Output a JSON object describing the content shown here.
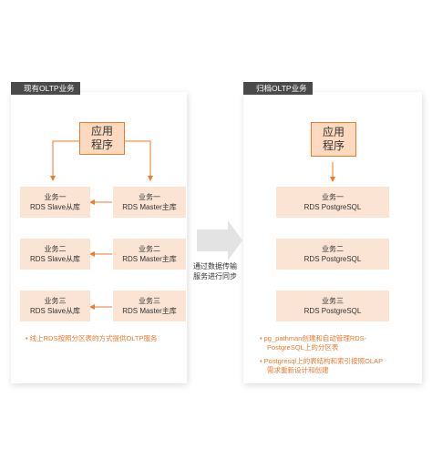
{
  "left_panel": {
    "title": "现有OLTP业务",
    "top_box": {
      "line1": "应用",
      "line2": "程序"
    },
    "rows": [
      {
        "slave": {
          "line1": "业务一",
          "line2": "RDS Slave从库"
        },
        "master": {
          "line1": "业务一",
          "line2": "RDS Master主库"
        }
      },
      {
        "slave": {
          "line1": "业务二",
          "line2": "RDS Slave从库"
        },
        "master": {
          "line1": "业务二",
          "line2": "RDS Master主库"
        }
      },
      {
        "slave": {
          "line1": "业务三",
          "line2": "RDS Slave从库"
        },
        "master": {
          "line1": "业务三",
          "line2": "RDS Master主库"
        }
      }
    ],
    "notes": [
      "线上RDS按照分区表的方式提供OLTP服务"
    ]
  },
  "transfer_label": {
    "line1": "通过数据传输",
    "line2": "服务进行同步"
  },
  "right_panel": {
    "title": "归档OLTP业务",
    "top_box": {
      "line1": "应用",
      "line2": "程序"
    },
    "rows": [
      {
        "line1": "业务一",
        "line2": "RDS PostgreSQL"
      },
      {
        "line1": "业务二",
        "line2": "RDS PostgreSQL"
      },
      {
        "line1": "业务三",
        "line2": "RDS PostgreSQL"
      }
    ],
    "notes": [
      {
        "line1": "pg_pathman创建和自动管理RDS-",
        "line2": "PostgreSQL上的分区表"
      },
      {
        "line1": "Postgresql上的表结构和索引按照OLAP",
        "line2": "需求重新设计和创建"
      }
    ]
  },
  "colors": {
    "accent": "#ee7a2b",
    "box_fill": "#fbe4d4",
    "top_box_fill": "#fcd9bf",
    "tag_bg": "#4a4a4a",
    "transfer_arrow": "#e3e3e3"
  }
}
